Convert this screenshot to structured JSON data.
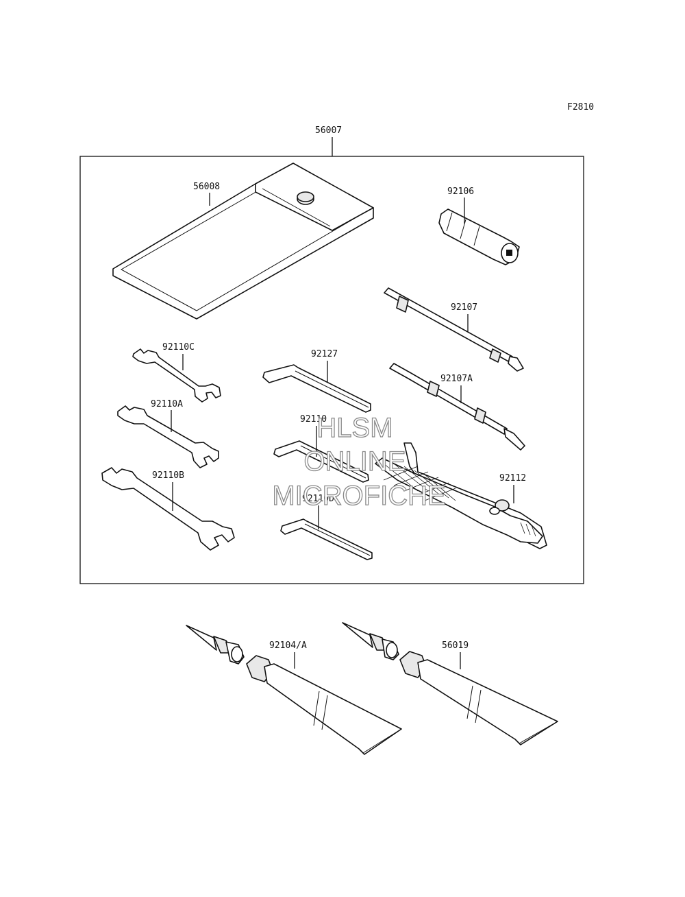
{
  "figure_code": "F2810",
  "labels": {
    "kit": "56007",
    "bag": "56008",
    "grip": "92106",
    "screwdriver_phillips": "92107",
    "screwdriver_flat": "92107A",
    "wrench_c": "92110C",
    "wrench_a": "92110A",
    "wrench_b": "92110B",
    "hex_92127": "92127",
    "hex_92110": "92110",
    "hex_92110d": "92110D",
    "pliers": "92112",
    "tube_a": "92104/A",
    "tube_b": "56019"
  },
  "watermark": {
    "line1": "HLSM",
    "line2": "ONLINE",
    "line3": "MICROFICHE"
  }
}
